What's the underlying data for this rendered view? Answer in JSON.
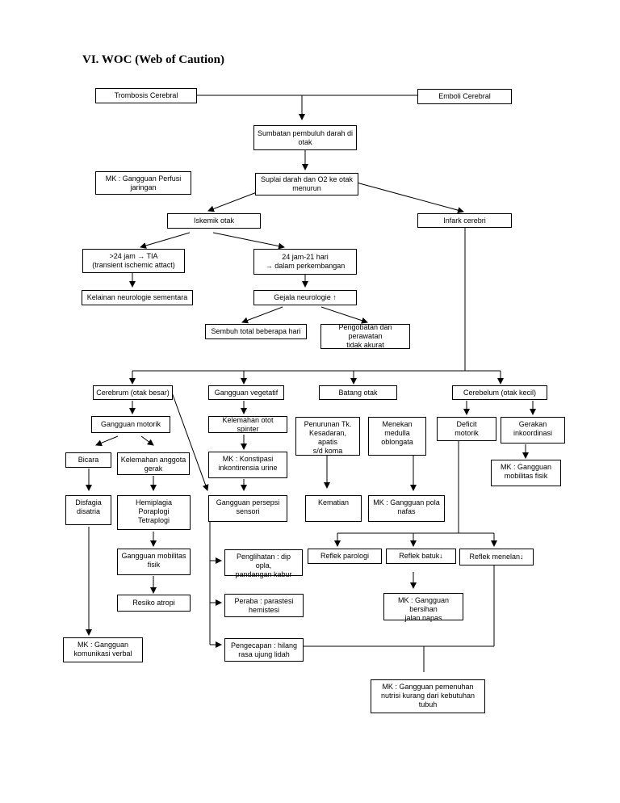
{
  "title": "VI. WOC (Web of Caution)",
  "nodes": {
    "trombosis": "Trombosis Cerebral",
    "emboli": "Emboli Cerebral",
    "sumbatan": "Sumbatan pembuluh darah di\notak",
    "mk_perfusi": "MK : Gangguan Perfusi\njaringan",
    "suplai": "Suplai darah dan O2 ke otak\nmenurun",
    "iskemik": "Iskemik otak",
    "infark": "Infark cerebri",
    "tia": ">24 jam → TIA\n(transient ischemic attact)",
    "jam24": "24 jam-21 hari\n→ dalam perkembangan",
    "kelainan": "Kelainan neurologie sementara",
    "gejala": "Gejala neurologie ↑",
    "sembuh": "Sembuh total beberapa hari",
    "pengobatan": "Pengobatan dan perawatan\ntidak akurat",
    "cerebrum": "Cerebrum (otak besar)",
    "vegetatif": "Gangguan vegetatif",
    "batang": "Batang otak",
    "cerebelum": "Cerebelum (otak kecil)",
    "motorik": "Gangguan motorik",
    "spinter": "Kelemahan otot spinter",
    "penurunan": "Penurunan Tk.\nKesadaran, apatis\ns/d koma",
    "menekan": "Menekan\nmedulla\noblongata",
    "deficit": "Deficit\nmotorik",
    "gerakan": "Gerakan\ninkoordinasi",
    "bicara": "Bicara",
    "kelemahan_anggota": "Kelemahan anggota\ngerak",
    "konstipasi": "MK : Konstipasi\ninkontirensia urine",
    "mk_mobilitas1": "MK : Gangguan\nmobilitas fisik",
    "disfagia": "Disfagia\ndisatria",
    "hemiplagia": "Hemiplagia\nPoraplogi\nTetraplogi",
    "persepsi": "Gangguan persepsi\nsensori",
    "kematian": "Kematian",
    "mk_pola": "MK : Gangguan pola\nnafas",
    "mobilitas": "Gangguan mobilitas\nfisik",
    "penglihatan": "Penglihatan : dip opla,\npandangan kabur",
    "reflek_parologi": "Reflek parologi",
    "reflek_batuk": "Reflek batuk↓",
    "reflek_menelan": "Reflek menelan↓",
    "atropi": "Resiko atropi",
    "peraba": "Peraba : parastesi\nhemistesi",
    "mk_bersihan": "MK : Gangguan bersihan\njalan napas",
    "mk_verbal": "MK : Gangguan\nkomunikasi verbal",
    "pengecapan": "Pengecapan : hilang\nrasa ujung lidah",
    "mk_nutrisi": "MK : Gangguan pemenuhan\nnutrisi kurang dari kebutuhan\ntubuh"
  }
}
